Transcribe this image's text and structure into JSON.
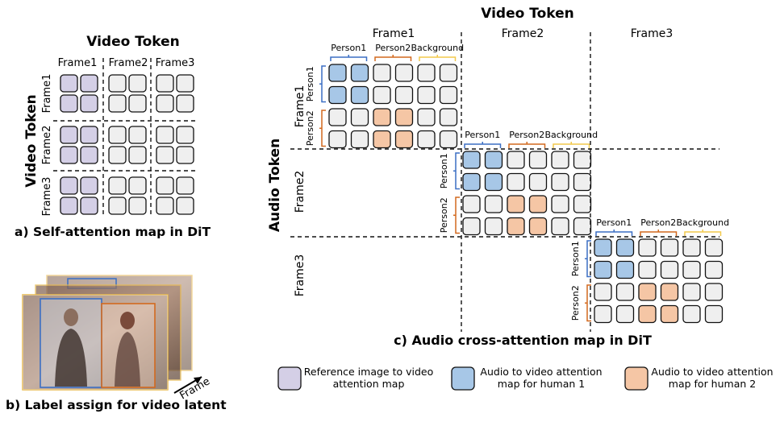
{
  "colors": {
    "purple": "#d4cfe6",
    "blue": "#a7c7e7",
    "orange": "#f5c6a5",
    "gray": "#efefef",
    "bracket_blue": "#3b6fc4",
    "bracket_orange": "#d2691e",
    "bracket_yellow": "#f2c94c"
  },
  "panel_a": {
    "top_title": "Video Token",
    "side_title": "Video Token",
    "frames": [
      "Frame1",
      "Frame2",
      "Frame3"
    ],
    "caption": "a) Self-attention map in DiT"
  },
  "panel_b": {
    "frame_label": "Frame",
    "caption": "b) Label assign for video latent"
  },
  "panel_c": {
    "top_title": "Video Token",
    "side_title": "Audio Token",
    "frames": [
      "Frame1",
      "Frame2",
      "Frame3"
    ],
    "groups": [
      "Person1",
      "Person2",
      "Background"
    ],
    "rows": [
      "Person1",
      "Person2"
    ],
    "caption": "c) Audio cross-attention map in DiT"
  },
  "legend": [
    {
      "color_key": "purple",
      "text_1": "Reference image to video",
      "text_2": "attention map"
    },
    {
      "color_key": "blue",
      "text_1": "Audio to video attention",
      "text_2": "map for human 1"
    },
    {
      "color_key": "orange",
      "text_1": "Audio to video attention",
      "text_2": "map for human 2"
    }
  ]
}
